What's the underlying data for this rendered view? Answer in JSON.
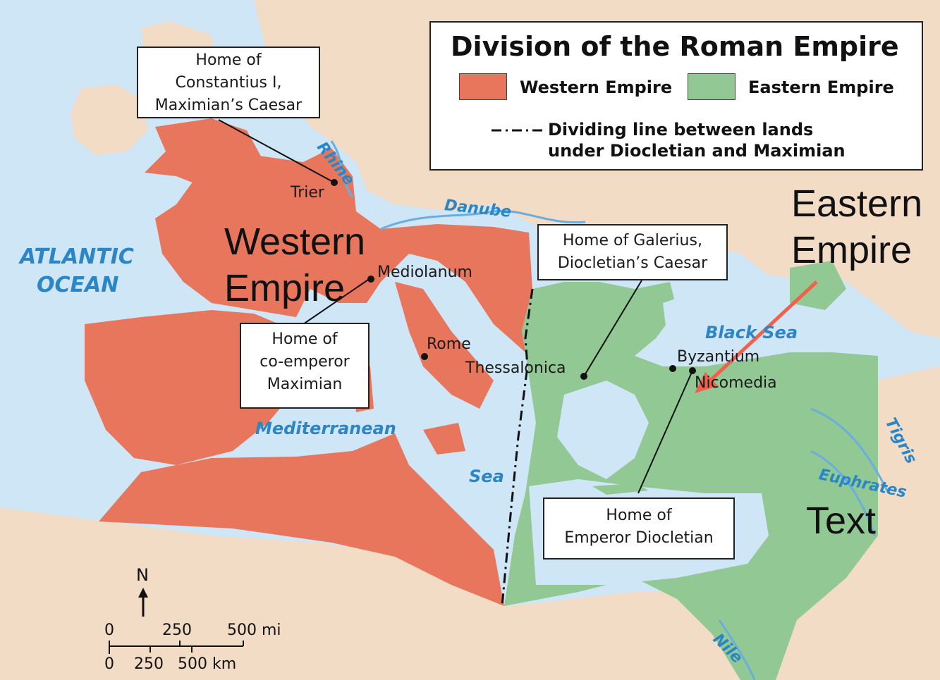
{
  "legend": {
    "title": "Division of the Roman Empire",
    "western_label": "Western Empire",
    "eastern_label": "Eastern Empire",
    "divider_line1": "Dividing line between lands",
    "divider_line2": "under Diocletian and Maximian",
    "western_color": "#e8765c",
    "eastern_color": "#92c893"
  },
  "water": {
    "atlantic_line1": "ATLANTIC",
    "atlantic_line2": "OCEAN",
    "mediterranean": "Mediterranean",
    "sea": "Sea",
    "black_sea": "Black Sea",
    "rhine": "Rhine",
    "danube": "Danube",
    "tigris": "Tigris",
    "euphrates": "Euphrates",
    "nile": "Nile"
  },
  "cities": {
    "trier": "Trier",
    "mediolanum": "Mediolanum",
    "rome": "Rome",
    "thessalonica": "Thessalonica",
    "byzantium": "Byzantium",
    "nicomedia": "Nicomedia"
  },
  "callouts": {
    "constantius": [
      "Home of",
      "Constantius I,",
      "Maximian’s Caesar"
    ],
    "galerius": [
      "Home of Galerius,",
      "Diocletian’s Caesar"
    ],
    "maximian": [
      "Home of",
      "co-emperor",
      "Maximian"
    ],
    "diocletian": [
      "Home of",
      "Emperor Diocletian"
    ]
  },
  "overlay": {
    "western_line1": "Western",
    "western_line2": "Empire",
    "eastern_line1": "Eastern",
    "eastern_line2": "Empire",
    "text": "Text",
    "arrow_color": "#f0604a"
  },
  "scale": {
    "north": "N",
    "mi_0": "0",
    "mi_250": "250",
    "mi_500": "500 mi",
    "km_0": "0",
    "km_250": "250",
    "km_500": "500 km"
  },
  "colors": {
    "water": "#cfe6f7",
    "land": "#f3dcc6",
    "western": "#e8765c",
    "eastern": "#92c893",
    "river": "#6aaee0"
  }
}
